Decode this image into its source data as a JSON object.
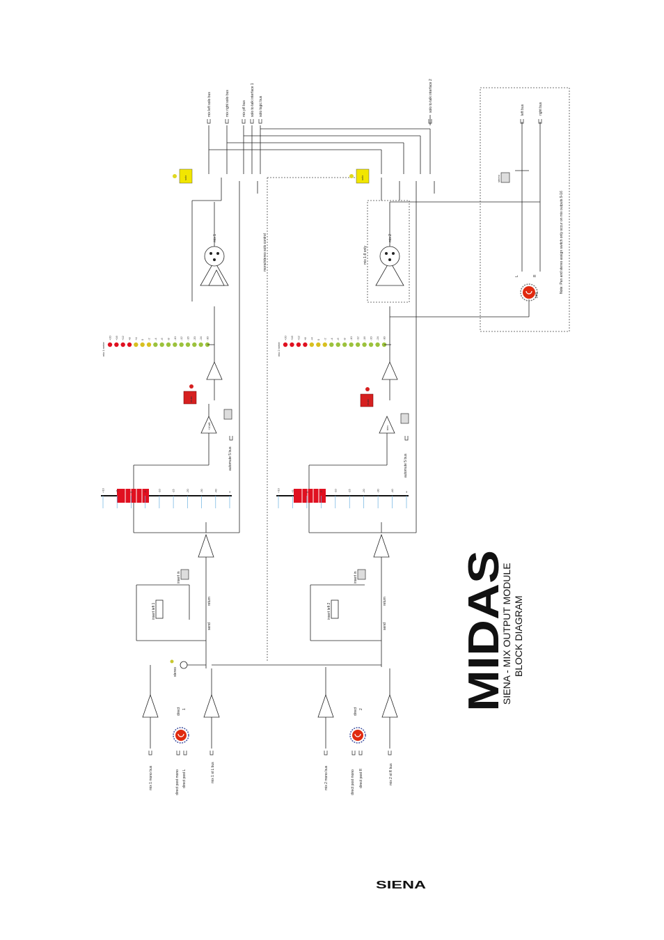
{
  "title": {
    "brand": "MIDAS",
    "line1": "SIENA - MIX OUTPUT MODULE",
    "line2": "BLOCK DIAGRAM"
  },
  "footer_logo": "SIENA",
  "note": "Note: Pan and stereo assign switch only occur on mix outputs 9-16",
  "colors": {
    "meter_red": "#e01020",
    "meter_yellow": "#d8c020",
    "meter_green": "#9cc23c",
    "mute_red": "#d62020",
    "solo_yellow": "#f2e600",
    "knob_red": "#e02a10",
    "knob_blue": "#4050a0"
  },
  "fader_scale": [
    "+10",
    "+5",
    "0",
    "-5",
    "-10",
    "-15",
    "-20",
    "-30",
    "-40",
    "∞"
  ],
  "meter_scale": [
    "+20",
    "+16",
    "+12",
    "+8",
    "+4",
    "0",
    "-2",
    "-4",
    "-6",
    "-8",
    "-10",
    "-12",
    "-16",
    "-20",
    "-24",
    "-30"
  ],
  "mix1": {
    "input_mono": "mix 1 mono bus",
    "input_direct_mono": "direct post mono",
    "input_direct_l": "direct post L",
    "input_bus": "mix 1 st L bus",
    "direct_label": "direct",
    "direct_num": "1",
    "stereo_label": "stereo",
    "insert_label": "insert left 1",
    "send_label": "send",
    "return_label": "return",
    "insert_in_label": "insert in",
    "automute_label": "automute 5 bus",
    "pad_label": "+10dB",
    "meter_label": "mix 1 meter",
    "mute_label": "mute",
    "output_label": "mix 1",
    "solo_label": "solo",
    "bus_labels": [
      "mix left solo bus",
      "mix right solo bus",
      "mix pfl bus",
      "solo to talk interface 1",
      "solo logic bus"
    ]
  },
  "mix2": {
    "input_mono": "mix 2 mono bus",
    "input_direct_mono": "direct post mono",
    "input_direct_r": "direct post R",
    "input_bus": "mix 2 st R bus",
    "direct_label": "direct",
    "direct_num": "2",
    "insert_label": "insert left 2",
    "send_label": "send",
    "return_label": "return",
    "insert_in_label": "insert in",
    "automute_label": "automute 5 bus",
    "pad_label": "trim",
    "meter_label": "mix 2 meter",
    "mute_label": "mute",
    "output_label": "mix 2",
    "solo_label": "solo",
    "only_label": "mix 1-8 only",
    "bus_labels": [
      "solo to talk interface 2"
    ]
  },
  "divider_label": "mono/stereo solo control",
  "stereo_panel": {
    "left_bus": "left bus",
    "right_bus": "right bus",
    "stereo_label": "stereo",
    "pan_label": "pan",
    "l_label": "L",
    "r_label": "R"
  }
}
